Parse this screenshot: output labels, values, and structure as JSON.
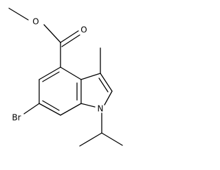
{
  "molecule": {
    "atoms": {
      "ester_oxygen": "O",
      "carbonyl_oxygen": "O",
      "ring_nitrogen": "N",
      "bromine": "Br"
    }
  },
  "colors": {
    "bond": "#000000",
    "label": "#000000",
    "background": "#ffffff"
  }
}
